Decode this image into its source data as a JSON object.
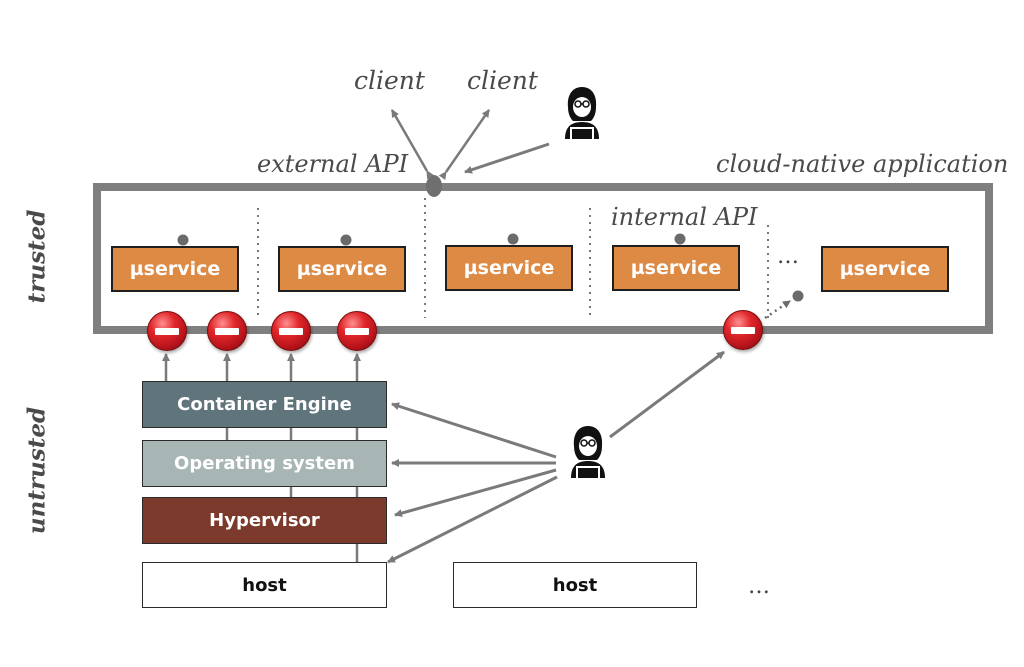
{
  "labels": {
    "client_left": "client",
    "client_right": "client",
    "external_api": "external API",
    "cloud_native_application": "cloud-native application",
    "internal_api": "internal API",
    "trusted": "trusted",
    "untrusted": "untrusted",
    "services_ellipsis": "…",
    "hosts_ellipsis": "…"
  },
  "microservices": [
    "µservice",
    "µservice",
    "µservice",
    "µservice",
    "µservice"
  ],
  "stack_layers": [
    {
      "label": "Container Engine",
      "color": "#5f747b"
    },
    {
      "label": "Operating system",
      "color": "#a7b5b4"
    },
    {
      "label": "Hypervisor",
      "color": "#7c3a2c"
    }
  ],
  "hosts": [
    "host",
    "host"
  ],
  "icons": {
    "attacker": "attacker-hooded-figure-icon",
    "blocked": "no-entry-icon"
  },
  "colors": {
    "microservice_fill": "#dd8a45",
    "boundary": "#7f7f7f",
    "arrow": "#7a7a7a",
    "stop_red": "#d0202a"
  }
}
